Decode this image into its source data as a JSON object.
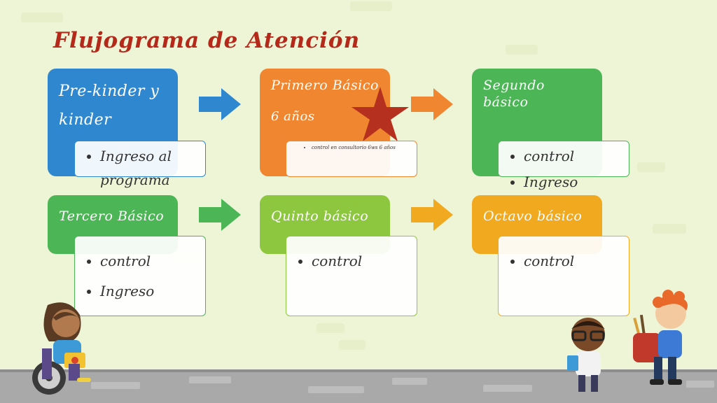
{
  "title": "Flujograma de Atención",
  "stages": [
    {
      "title": "Pre-kinder y kinder",
      "sub": "",
      "items": [
        "Ingreso al programa"
      ],
      "color": "#2f88cf"
    },
    {
      "title": "Primero Básico",
      "sub": "6 años",
      "items": [
        "control en consultorio 6ws 6 años"
      ],
      "color": "#f0862f"
    },
    {
      "title": "Segundo básico",
      "sub": "",
      "items": [
        "control",
        "Ingreso"
      ],
      "color": "#4cb556"
    },
    {
      "title": "Tercero Básico",
      "sub": "",
      "items": [
        "control",
        "Ingreso"
      ],
      "color": "#4cb556"
    },
    {
      "title": "Quinto básico",
      "sub": "",
      "items": [
        "control"
      ],
      "color": "#8dc63f"
    },
    {
      "title": "Octavo básico",
      "sub": "",
      "items": [
        "control"
      ],
      "color": "#f1a920"
    }
  ],
  "arrows": [
    {
      "color": "#2f88cf"
    },
    {
      "color": "#f0862f"
    },
    {
      "color": "#4cb556"
    },
    {
      "color": "#f1a920"
    }
  ],
  "star_color": "#b5301f",
  "card_border_colors": [
    "#2f88cf",
    "#f0862f",
    "#4cb556",
    "#4cb556",
    "#8dc63f",
    "#f1a920"
  ],
  "icons": [
    "star-icon",
    "arrow-right-icon",
    "girl-wheelchair-illustration",
    "boy-glasses-illustration",
    "boy-backpack-illustration"
  ]
}
